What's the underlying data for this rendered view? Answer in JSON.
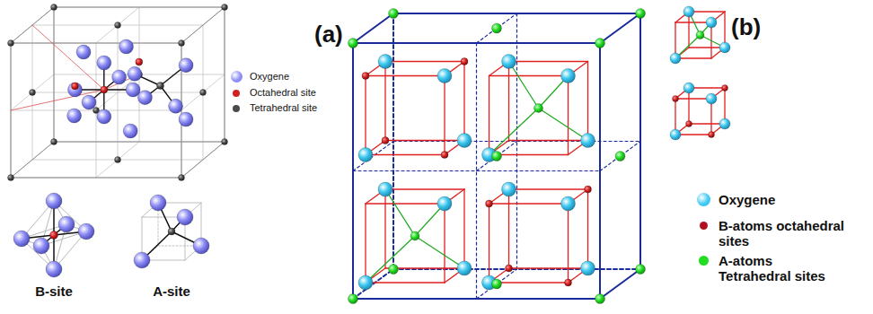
{
  "diagram": {
    "labels": [
      "(a)",
      "(b)",
      "B-site",
      "A-site"
    ],
    "legend": [
      {
        "text": "Oxygene",
        "color": "#8c8cf5"
      },
      {
        "text": "Octahedral site",
        "color": "#d42020"
      },
      {
        "text": "Tetrahedral site",
        "color": "#4a4a4a"
      },
      {
        "text": "Oxygene",
        "color": "#3cc8f0"
      },
      {
        "text": "B-atoms octahedral sites",
        "color": "#b01020"
      },
      {
        "text": "A-atoms Tetrahedral sites",
        "color": "#22dd22"
      }
    ]
  }
}
